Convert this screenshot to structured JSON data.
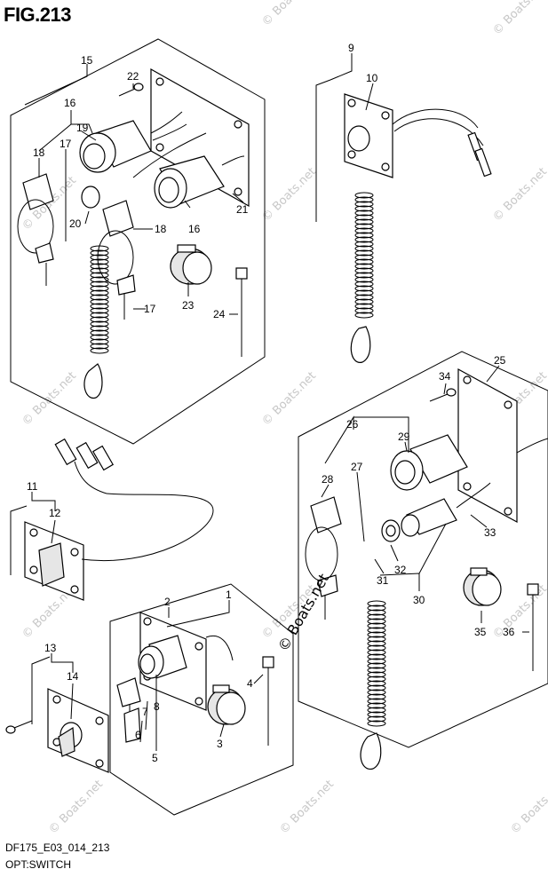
{
  "figure": {
    "title": "FIG.213",
    "code": "DF175_E03_014_213",
    "name": "OPT:SWITCH"
  },
  "watermark": "© Boats.net",
  "callouts": [
    "1",
    "2",
    "3",
    "4",
    "5",
    "6",
    "7",
    "8",
    "9",
    "10",
    "11",
    "12",
    "13",
    "14",
    "15",
    "16",
    "17",
    "18",
    "19",
    "20",
    "21",
    "22",
    "23",
    "24",
    "25",
    "26",
    "27",
    "28",
    "29",
    "30",
    "31",
    "32",
    "33",
    "34",
    "35",
    "36"
  ],
  "colors": {
    "line": "#000000",
    "background": "#ffffff",
    "watermark": "#c8c8c8"
  }
}
